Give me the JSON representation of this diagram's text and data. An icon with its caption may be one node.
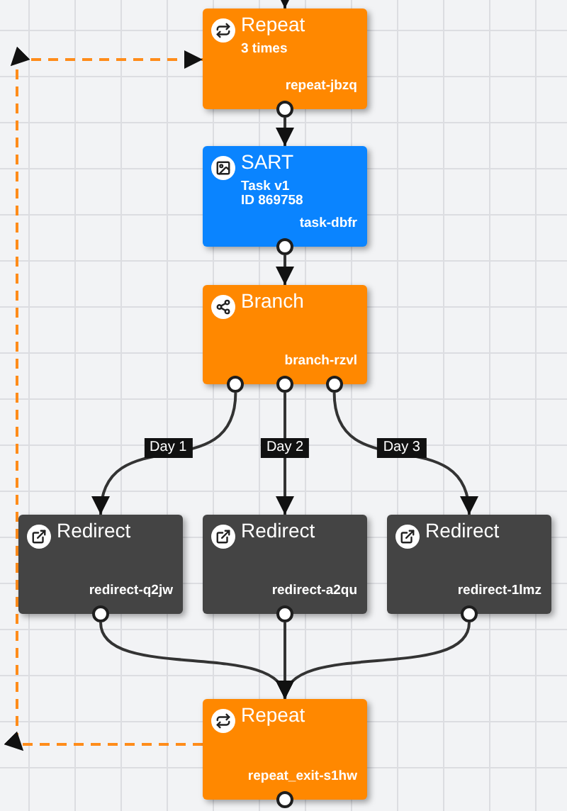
{
  "diagram": {
    "nodes": [
      {
        "text": [
          "Repeat",
          "3 times",
          "repeat-jbzq"
        ]
      },
      {
        "text": [
          "SART",
          "Task v1",
          "ID 869758",
          "task-dbfr"
        ]
      },
      {
        "text": [
          "Branch",
          "branch-rzvl"
        ]
      },
      {
        "text": [
          "Redirect",
          "redirect-q2jw"
        ]
      },
      {
        "text": [
          "Redirect",
          "redirect-a2qu"
        ]
      },
      {
        "text": [
          "Redirect",
          "redirect-1lmz"
        ]
      },
      {
        "text": [
          "Repeat",
          "repeat_exit-s1hw"
        ]
      }
    ],
    "edges": [
      {
        "from": null,
        "to": 0,
        "arrow": "to"
      },
      {
        "from": 0,
        "to": 1,
        "arrow": "to"
      },
      {
        "from": 1,
        "to": 2,
        "arrow": "to"
      },
      {
        "from": 2,
        "to": 3,
        "arrow": "to",
        "label": "Day 1"
      },
      {
        "from": 2,
        "to": 4,
        "arrow": "to",
        "label": "Day 2"
      },
      {
        "from": 2,
        "to": 5,
        "arrow": "to",
        "label": "Day 3"
      },
      {
        "from": 3,
        "to": 6,
        "arrow": "to"
      },
      {
        "from": 4,
        "to": 6,
        "arrow": "to"
      },
      {
        "from": 5,
        "to": 6,
        "arrow": "to"
      },
      {
        "from": 6,
        "to": 0,
        "arrow": "to",
        "style": "dashed",
        "color": "#ff8c1a"
      }
    ]
  }
}
